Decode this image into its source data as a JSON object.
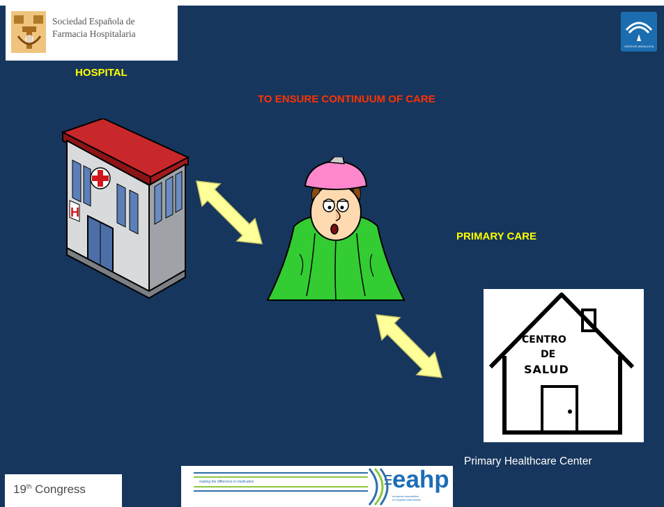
{
  "logos": {
    "seh_line1": "Sociedad Española de",
    "seh_line2": "Farmacia Hospitalaria",
    "junta_text": "JUNTA DE ANDALUCIA",
    "congress_prefix": "19",
    "congress_sup": "th",
    "congress_word": " Congress",
    "eahp_tagline": "making the difference in medication",
    "eahp_word": "eahp",
    "eahp_sub_line1": "european association",
    "eahp_sub_line2": "of hospital pharmacists"
  },
  "labels": {
    "hospital": "HOSPITAL",
    "ensure": "TO ENSURE CONTINUUM OF CARE",
    "primary_care": "PRIMARY CARE",
    "primary_center": "Primary Healthcare Center"
  },
  "health_center_sign": {
    "line1": "CENTRO",
    "line2": "DE",
    "line3": "SALUD"
  },
  "icons": {
    "hospital": "hospital-building-icon",
    "patient": "sick-patient-icon",
    "arrow_left": "double-arrow-icon",
    "arrow_right": "double-arrow-icon",
    "health_center": "health-center-house-icon"
  },
  "colors": {
    "background": "#17365d",
    "accent_yellow": "#ffff00",
    "accent_red": "#ff3300",
    "arrow_fill": "#ffff99"
  }
}
